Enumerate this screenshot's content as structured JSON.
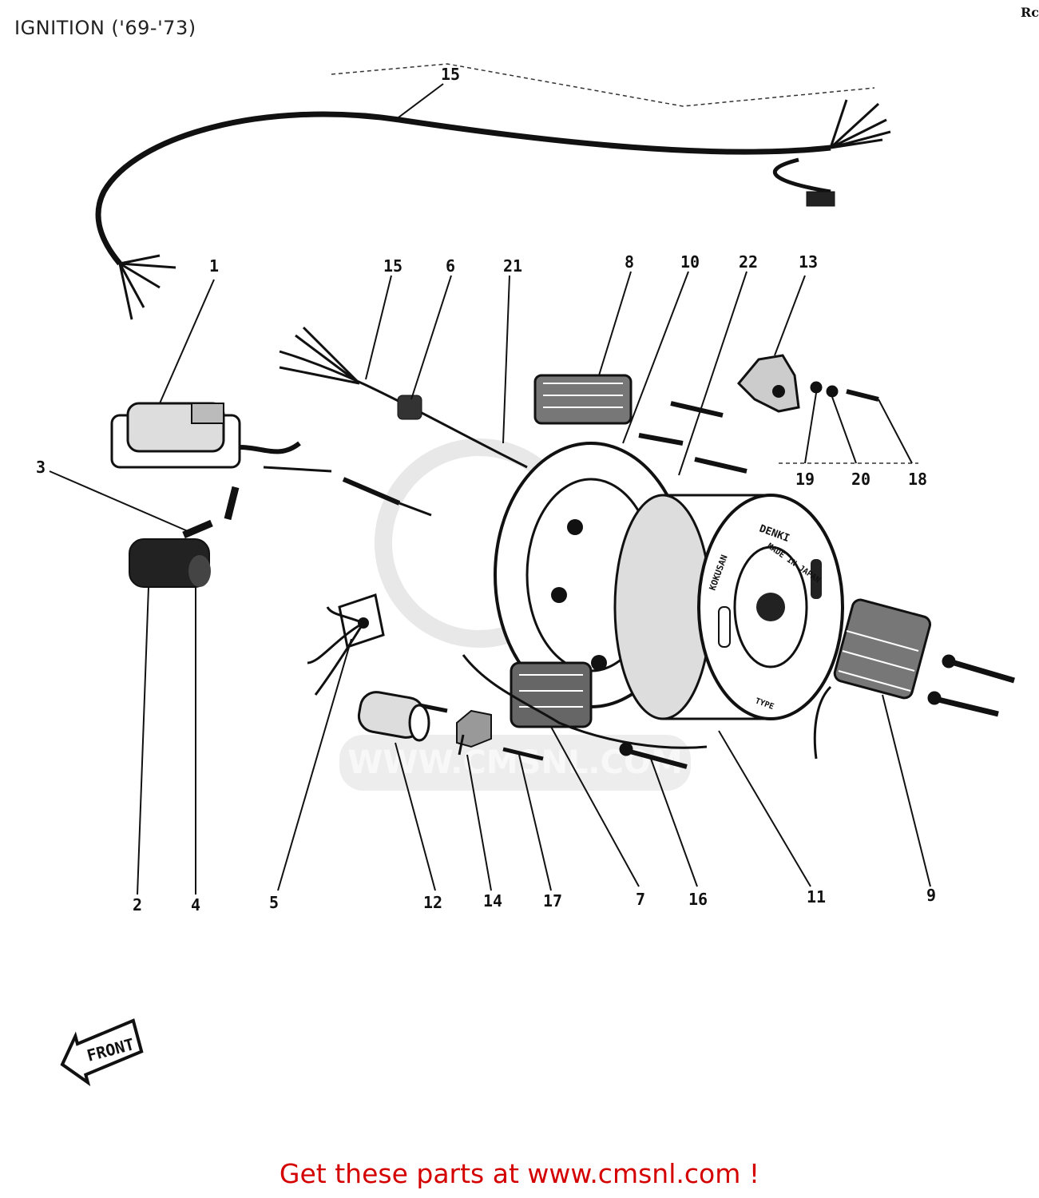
{
  "title": "IGNITION ('69-'73)",
  "corner_text": "Rc",
  "front_arrow_label": "FRONT",
  "footer_text": "Get these parts at www.cmsnl.com !",
  "colors": {
    "footer": "#d40000",
    "ink": "#111111",
    "watermark": "#e6e6e6"
  },
  "watermark_text": "WWW.CMSNL.COM",
  "stator_markings": [
    "KOKUSAN",
    "DENKI",
    "MADE IN JAPAN",
    "TYPE"
  ],
  "callouts": {
    "n15a": "15",
    "n1": "1",
    "n15b": "15",
    "n6": "6",
    "n21": "21",
    "n8": "8",
    "n10": "10",
    "n22": "22",
    "n13": "13",
    "n3": "3",
    "n19": "19",
    "n20": "20",
    "n18": "18",
    "n2": "2",
    "n4": "4",
    "n5": "5",
    "n12": "12",
    "n14": "14",
    "n17": "17",
    "n7": "7",
    "n16": "16",
    "n11": "11",
    "n9": "9"
  }
}
